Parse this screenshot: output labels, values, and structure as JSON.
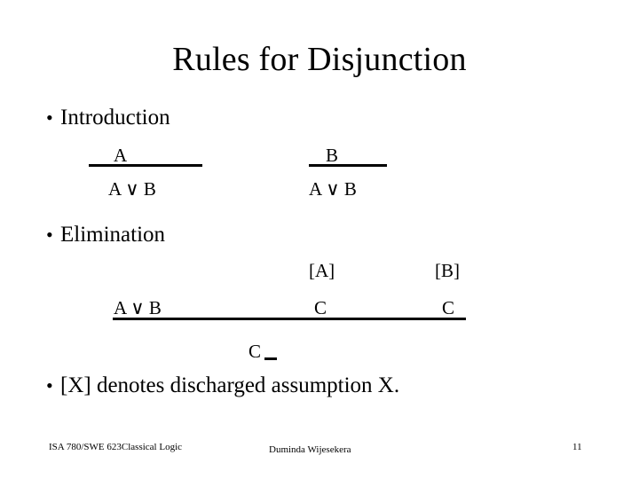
{
  "slide": {
    "title": "Rules for Disjunction",
    "page_number": "11",
    "background_color": "#ffffff",
    "text_color": "#000000"
  },
  "bullets": [
    {
      "marker": "•",
      "label": "Introduction"
    },
    {
      "marker": "•",
      "label": "Elimination"
    },
    {
      "marker": "•",
      "label": "[X] denotes discharged assumption X."
    }
  ],
  "rules": {
    "introduction": [
      {
        "premise": "A",
        "conclusion": "A ∨ B"
      },
      {
        "premise": "B",
        "conclusion": "A ∨ B"
      }
    ],
    "elimination": {
      "major_premise": "A ∨ B",
      "assumption_a": "[A]",
      "assumption_b": "[B]",
      "minor_a": "C",
      "minor_b": "C",
      "conclusion": "C"
    }
  },
  "footer": {
    "left": "ISA 780/SWE 623Classical Logic",
    "center": "Duminda Wijesekera",
    "page": "11"
  }
}
